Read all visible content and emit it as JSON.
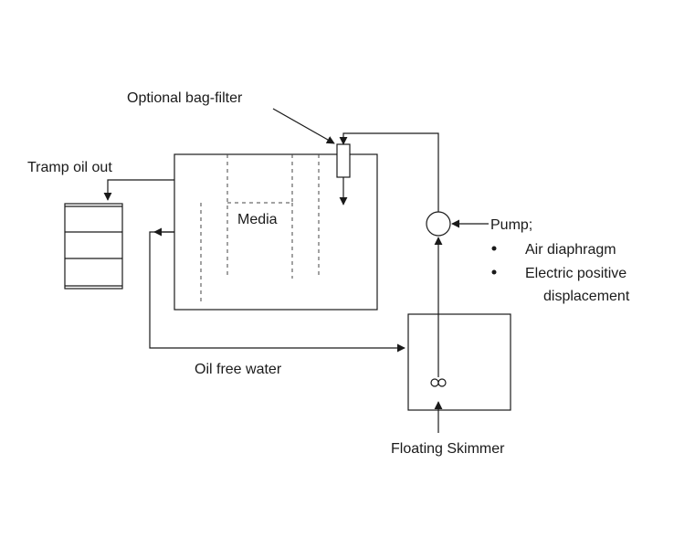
{
  "diagram": {
    "labels": {
      "bag_filter": "Optional bag-filter",
      "tramp_oil": "Tramp oil out",
      "media": "Media",
      "pump": "Pump;",
      "pump_option_1": "Air diaphragm",
      "pump_option_2_line1": "Electric positive",
      "pump_option_2_line2": "displacement",
      "oil_free_water": "Oil free water",
      "skimmer": "Floating Skimmer"
    },
    "colors": {
      "line": "#1a1a1a",
      "background": "#ffffff"
    }
  }
}
